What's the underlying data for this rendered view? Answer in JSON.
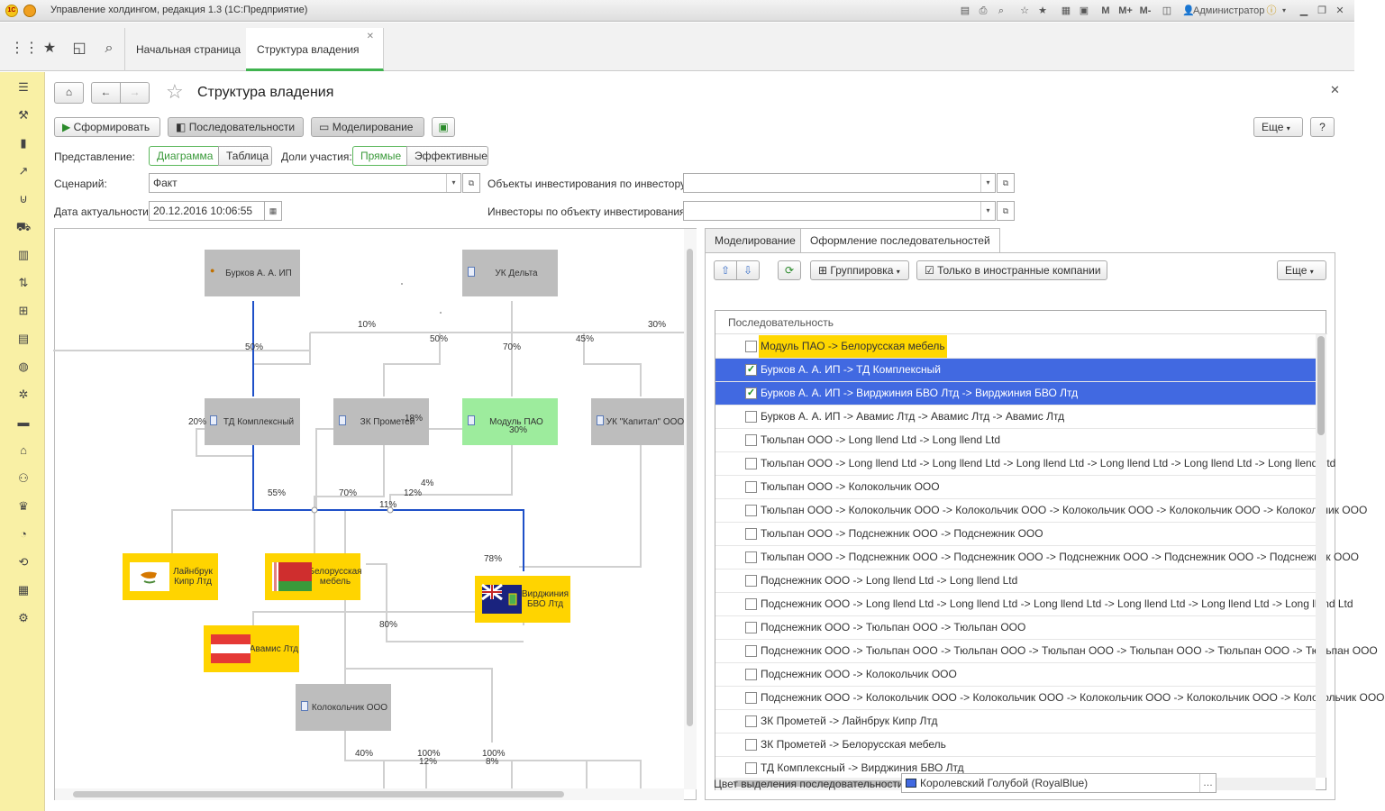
{
  "window": {
    "title": "Управление холдингом, редакция 1.3  (1С:Предприятие)",
    "user": "Администратор",
    "m_buttons": [
      "M",
      "M+",
      "M-"
    ]
  },
  "tabs": [
    {
      "label": "Начальная страница"
    },
    {
      "label": "Структура владения"
    }
  ],
  "page": {
    "title": "Структура владения"
  },
  "toolbar": {
    "generate": "Сформировать",
    "sequences": "Последовательности",
    "modeling": "Моделирование",
    "more": "Еще",
    "help": "?"
  },
  "filters": {
    "view_label": "Представление:",
    "view_options": [
      "Диаграмма",
      "Таблица"
    ],
    "share_label": "Доли участия:",
    "share_options": [
      "Прямые",
      "Эффективные"
    ],
    "scenario_label": "Сценарий:",
    "scenario_value": "Факт",
    "date_label": "Дата актуальности:",
    "date_value": "20.12.2016 10:06:55",
    "objects_label": "Объекты инвестирования по инвестору:",
    "objects_value": "",
    "investors_label": "Инвесторы по объекту инвестирования:",
    "investors_value": ""
  },
  "diagram": {
    "nodes": [
      {
        "id": "burkov",
        "label": "Бурков А. А. ИП",
        "color": "gray"
      },
      {
        "id": "uk_delta",
        "label": "УК Дельта",
        "color": "gray"
      },
      {
        "id": "td",
        "label": "ТД Комплексный",
        "color": "gray"
      },
      {
        "id": "zk",
        "label": "ЗК Прометей",
        "color": "gray"
      },
      {
        "id": "modul",
        "label": "Модуль ПАО",
        "color": "green"
      },
      {
        "id": "uk_kapital",
        "label": "УК \"Капитал\" ООО",
        "color": "gray"
      },
      {
        "id": "laynbruk",
        "label": "Лайнбрук Кипр Лтд",
        "color": "yellow"
      },
      {
        "id": "belorus",
        "label": "Белорусская мебель",
        "color": "yellow"
      },
      {
        "id": "virgin",
        "label": "Вирджиния БВО Лтд",
        "color": "yellow"
      },
      {
        "id": "avamis",
        "label": "Авамис Лтд",
        "color": "yellow"
      },
      {
        "id": "kolok",
        "label": "Колокольчик ООО",
        "color": "gray"
      }
    ],
    "percent_labels": [
      "10%",
      "30%",
      "50%",
      "50%",
      "70%",
      "45%",
      "20%",
      "18%",
      "30%",
      "55%",
      "70%",
      "12%",
      "4%",
      "11%",
      "78%",
      "80%",
      "40%",
      "100%",
      "12%",
      "100%",
      "8%"
    ],
    "highlight_color": "#1e50c8"
  },
  "right_panel": {
    "tabs": [
      "Моделирование",
      "Оформление последовательностей"
    ],
    "grouping": "Группировка",
    "foreign_only": "Только в иностранные компании",
    "more": "Еще",
    "column": "Последовательность",
    "rows": [
      {
        "text": "Модуль ПАО -> Белорусская мебель",
        "checked": false,
        "state": "highlight"
      },
      {
        "text": "Бурков А. А. ИП -> ТД Комплексный",
        "checked": true,
        "state": "selected"
      },
      {
        "text": "Бурков А. А. ИП -> Вирджиния БВО Лтд -> Вирджиния БВО Лтд",
        "checked": true,
        "state": "selected"
      },
      {
        "text": "Бурков А. А. ИП -> Авамис Лтд -> Авамис Лтд -> Авамис Лтд",
        "checked": false,
        "state": ""
      },
      {
        "text": "Тюльпан ООО -> Long llend Ltd -> Long llend Ltd",
        "checked": false,
        "state": ""
      },
      {
        "text": "Тюльпан ООО -> Long llend Ltd -> Long llend Ltd -> Long llend Ltd -> Long llend Ltd -> Long llend Ltd -> Long llend Ltd",
        "checked": false,
        "state": ""
      },
      {
        "text": "Тюльпан ООО -> Колокольчик ООО",
        "checked": false,
        "state": ""
      },
      {
        "text": "Тюльпан ООО -> Колокольчик ООО -> Колокольчик ООО -> Колокольчик ООО -> Колокольчик ООО -> Колокольчик ООО",
        "checked": false,
        "state": ""
      },
      {
        "text": "Тюльпан ООО -> Подснежник ООО -> Подснежник ООО",
        "checked": false,
        "state": ""
      },
      {
        "text": "Тюльпан ООО -> Подснежник ООО -> Подснежник ООО -> Подснежник ООО -> Подснежник ООО -> Подснежник ООО",
        "checked": false,
        "state": ""
      },
      {
        "text": "Подснежник ООО -> Long llend Ltd -> Long llend Ltd",
        "checked": false,
        "state": ""
      },
      {
        "text": "Подснежник ООО -> Long llend Ltd -> Long llend Ltd -> Long llend Ltd -> Long llend Ltd -> Long llend Ltd -> Long llend Ltd",
        "checked": false,
        "state": ""
      },
      {
        "text": "Подснежник ООО -> Тюльпан ООО -> Тюльпан ООО",
        "checked": false,
        "state": ""
      },
      {
        "text": "Подснежник ООО -> Тюльпан ООО -> Тюльпан ООО -> Тюльпан ООО -> Тюльпан ООО -> Тюльпан ООО -> Тюльпан ООО",
        "checked": false,
        "state": ""
      },
      {
        "text": "Подснежник ООО -> Колокольчик ООО",
        "checked": false,
        "state": ""
      },
      {
        "text": "Подснежник ООО -> Колокольчик ООО -> Колокольчик ООО -> Колокольчик ООО -> Колокольчик ООО -> Колокольчик ООО",
        "checked": false,
        "state": ""
      },
      {
        "text": "ЗК Прометей -> Лайнбрук Кипр Лтд",
        "checked": false,
        "state": ""
      },
      {
        "text": "ЗК Прометей -> Белорусская мебель",
        "checked": false,
        "state": ""
      },
      {
        "text": "ТД Комплексный -> Вирджиния БВО Лтд",
        "checked": false,
        "state": ""
      }
    ],
    "color_label": "Цвет выделения последовательности:",
    "color_value": "Королевский Голубой (RoyalBlue)",
    "color_hex": "#4169e1"
  }
}
